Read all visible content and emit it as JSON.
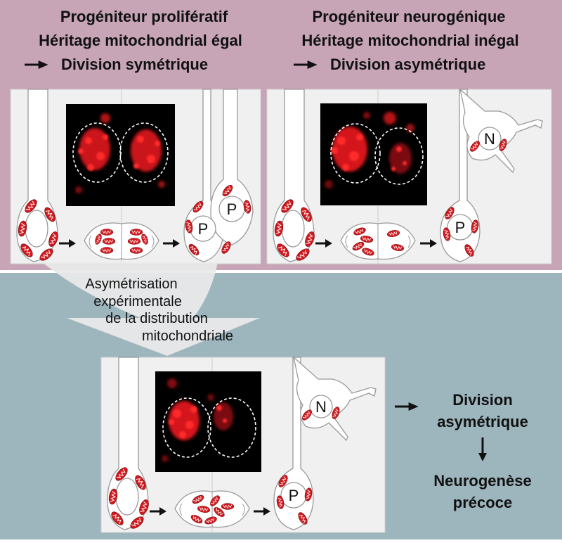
{
  "colors": {
    "top_bg": "#c7a5b7",
    "bottom_bg": "#9db5bd",
    "panel_bg": "#f0f0f0",
    "mitochondria": "#d41a1f",
    "micrograph_bg": "#000000"
  },
  "top_left": {
    "line1": "Progéniteur prolifératif",
    "line2": "Héritage mitochondrial égal",
    "line3": "Division symétrique"
  },
  "top_right": {
    "line1": "Progéniteur neurogénique",
    "line2": "Héritage mitochondrial inégal",
    "line3": "Division asymétrique"
  },
  "middle_label": {
    "line1": "Asymétrisation",
    "line2": "expérimentale",
    "line3": "de la distribution",
    "line4": "mitochondriale"
  },
  "cell_letters": {
    "progenitor": "P",
    "neuron": "N"
  },
  "outcome": {
    "line1": "Division",
    "line2": "asymétrique",
    "line3": "Neurogenèse",
    "line4": "précoce"
  },
  "icons": {
    "arrow": "right-arrow-icon",
    "down_arrow": "down-arrow-icon",
    "mitochondrion": "mitochondrion-icon"
  }
}
